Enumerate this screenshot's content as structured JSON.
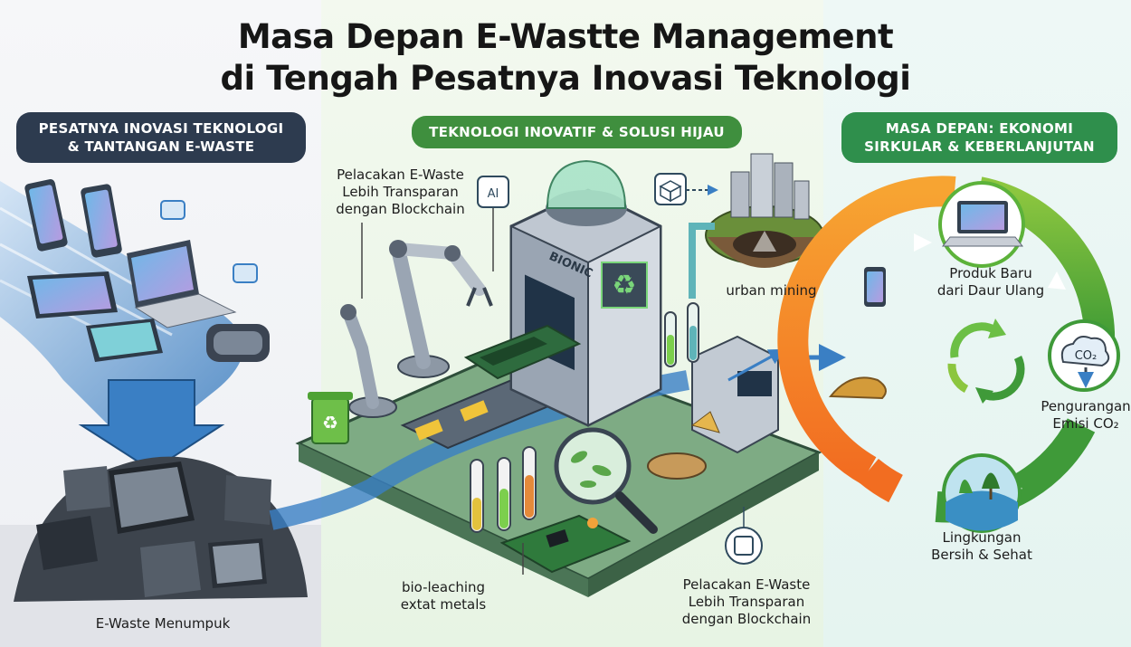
{
  "title": {
    "line1": "Masa Depan E-Wastte Management",
    "line2": "di Tengah Pesatnya Inovasi Teknologi"
  },
  "sections": {
    "left": {
      "heading_line1": "PESATNYA INOVASI TEKNOLOGI",
      "heading_line2": "& TANTANGAN E-WASTE"
    },
    "middle": {
      "heading": "TEKNOLOGI INOVATIF & SOLUSI HIJAU"
    },
    "right": {
      "heading_line1": "MASA DEPAN: EKONOMI",
      "heading_line2": "SIRKULAR & KEBERLANJUTAN"
    }
  },
  "labels": {
    "track_top": [
      "Pelacakan E-Waste",
      "Lebih Transparan",
      "dengan Blockchain"
    ],
    "urban_mining": "urban mining",
    "bio_leaching": [
      "bio-leaching",
      "extat metals"
    ],
    "track_bottom": [
      "Pelacakan E-Waste",
      "Lebih Transparan",
      "dengan Blockchain"
    ],
    "ewaste_pile": "E-Waste Menumpuk",
    "produk_baru": [
      "Produk Baru",
      "dari Daur Ulang"
    ],
    "emisi": [
      "Pengurangan",
      "Emisi CO₂"
    ],
    "lingkungan": [
      "Lingkungan",
      "Bersih & Sehat"
    ]
  },
  "device_text": {
    "machine_brand": "BIONIC",
    "ai_chip": "AI",
    "co2_badge": "CO₂"
  },
  "colors": {
    "left_heading": "#2d3b4f",
    "mid_heading": "#3f8f3e",
    "right_heading": "#2f8f4c",
    "cycle_orange": "#f08a24",
    "cycle_green": "#5cb23a",
    "flow_blue": "#3a7fc4"
  },
  "icons": [
    "smartphone-icon",
    "laptop-icon",
    "vr-headset-icon",
    "chat-bubble-icon",
    "e-waste-pile-icon",
    "robot-arm-icon",
    "recycle-bin-icon",
    "recycling-machine-icon",
    "ai-chip-icon",
    "blockchain-cube-icon",
    "city-mine-icon",
    "test-tube-icon",
    "magnifier-bacteria-icon",
    "circuit-board-icon",
    "recycle-arrows-icon",
    "co2-cloud-icon",
    "nature-globe-icon",
    "mineral-pile-icon"
  ]
}
